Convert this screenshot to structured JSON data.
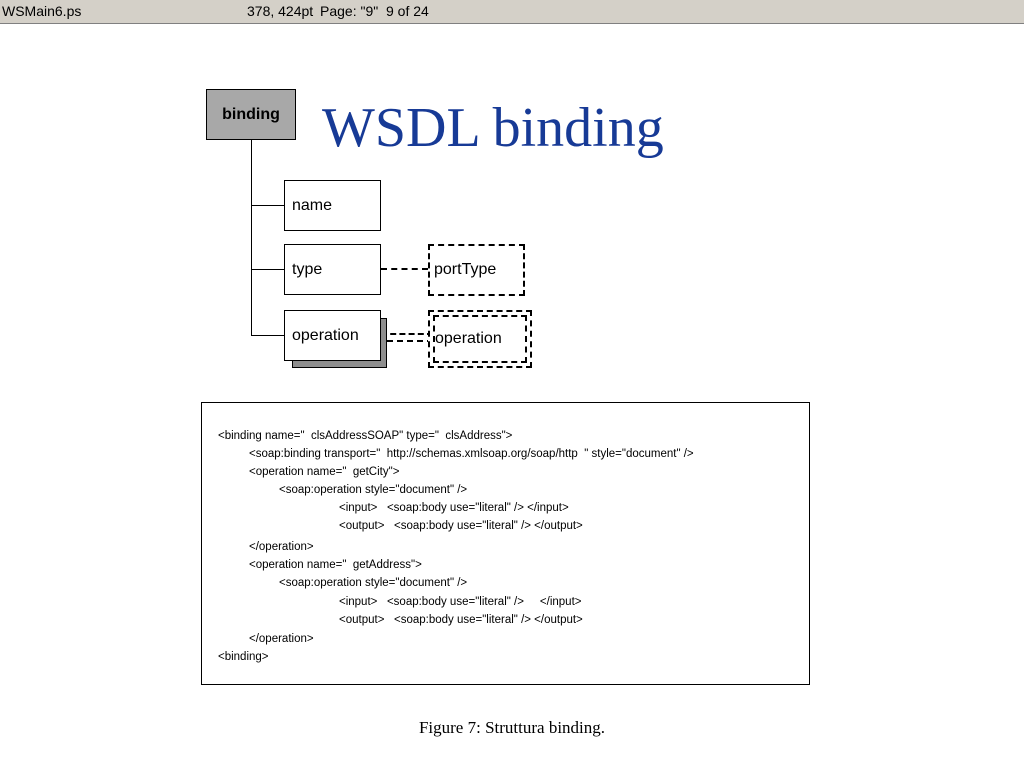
{
  "status_bar": {
    "filename": "WSMain6.ps",
    "coords": "378, 424pt",
    "page_info": "Page: \"9\"  9 of 24"
  },
  "slide": {
    "title": "WSDL binding"
  },
  "diagram": {
    "root": "binding",
    "children": [
      "name",
      "type",
      "operation"
    ],
    "refs": {
      "type": "portType",
      "operation": "operation"
    }
  },
  "code": {
    "lines": [
      "<binding name=\"  clsAddressSOAP\" type=\"  clsAddress\">",
      "<soap:binding transport=\"  http://schemas.xmlsoap.org/soap/http  \" style=\"document\" />",
      "<operation name=\"  getCity\">",
      "<soap:operation style=\"document\" />",
      "<input>   <soap:body use=\"literal\" /> </input>",
      "<output>   <soap:body use=\"literal\" /> </output>",
      "</operation>",
      "<operation name=\"  getAddress\">",
      "<soap:operation style=\"document\" />",
      "<input>   <soap:body use=\"literal\" />     </input>",
      "<output>   <soap:body use=\"literal\" /> </output>",
      "</operation>",
      "<binding>"
    ]
  },
  "caption": "Figure 7:  Struttura binding."
}
